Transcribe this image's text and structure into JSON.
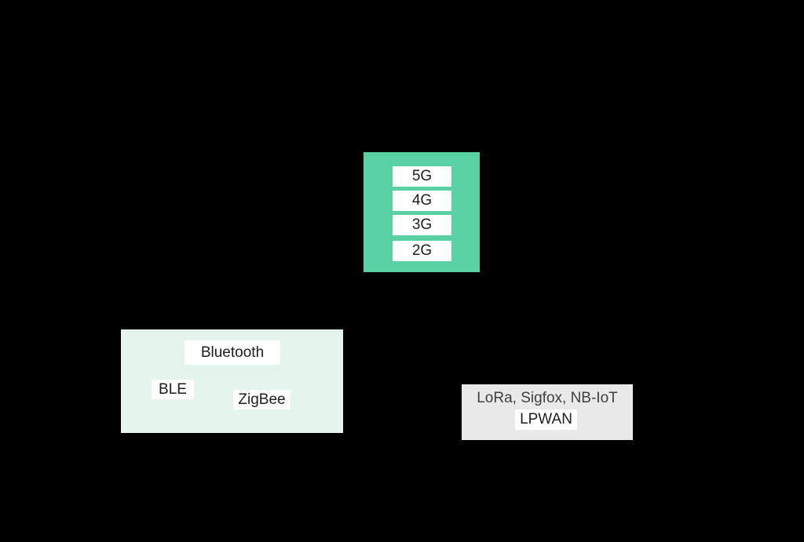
{
  "colors": {
    "background": "#000000",
    "cellular_box": "#59d1a2",
    "short_range_box": "#e4f5ee",
    "lpwan_box": "#e9e9e9",
    "label_background": "#ffffff",
    "label_text": "#1d1d1d",
    "caption_text": "#3f3f3f"
  },
  "groups": {
    "cellular": {
      "labels": [
        "5G",
        "4G",
        "3G",
        "2G"
      ]
    },
    "short_range": {
      "labels": [
        "Bluetooth",
        "BLE",
        "ZigBee"
      ]
    },
    "lpwan": {
      "caption": "LoRa, Sigfox, NB-IoT",
      "label": "LPWAN"
    }
  }
}
